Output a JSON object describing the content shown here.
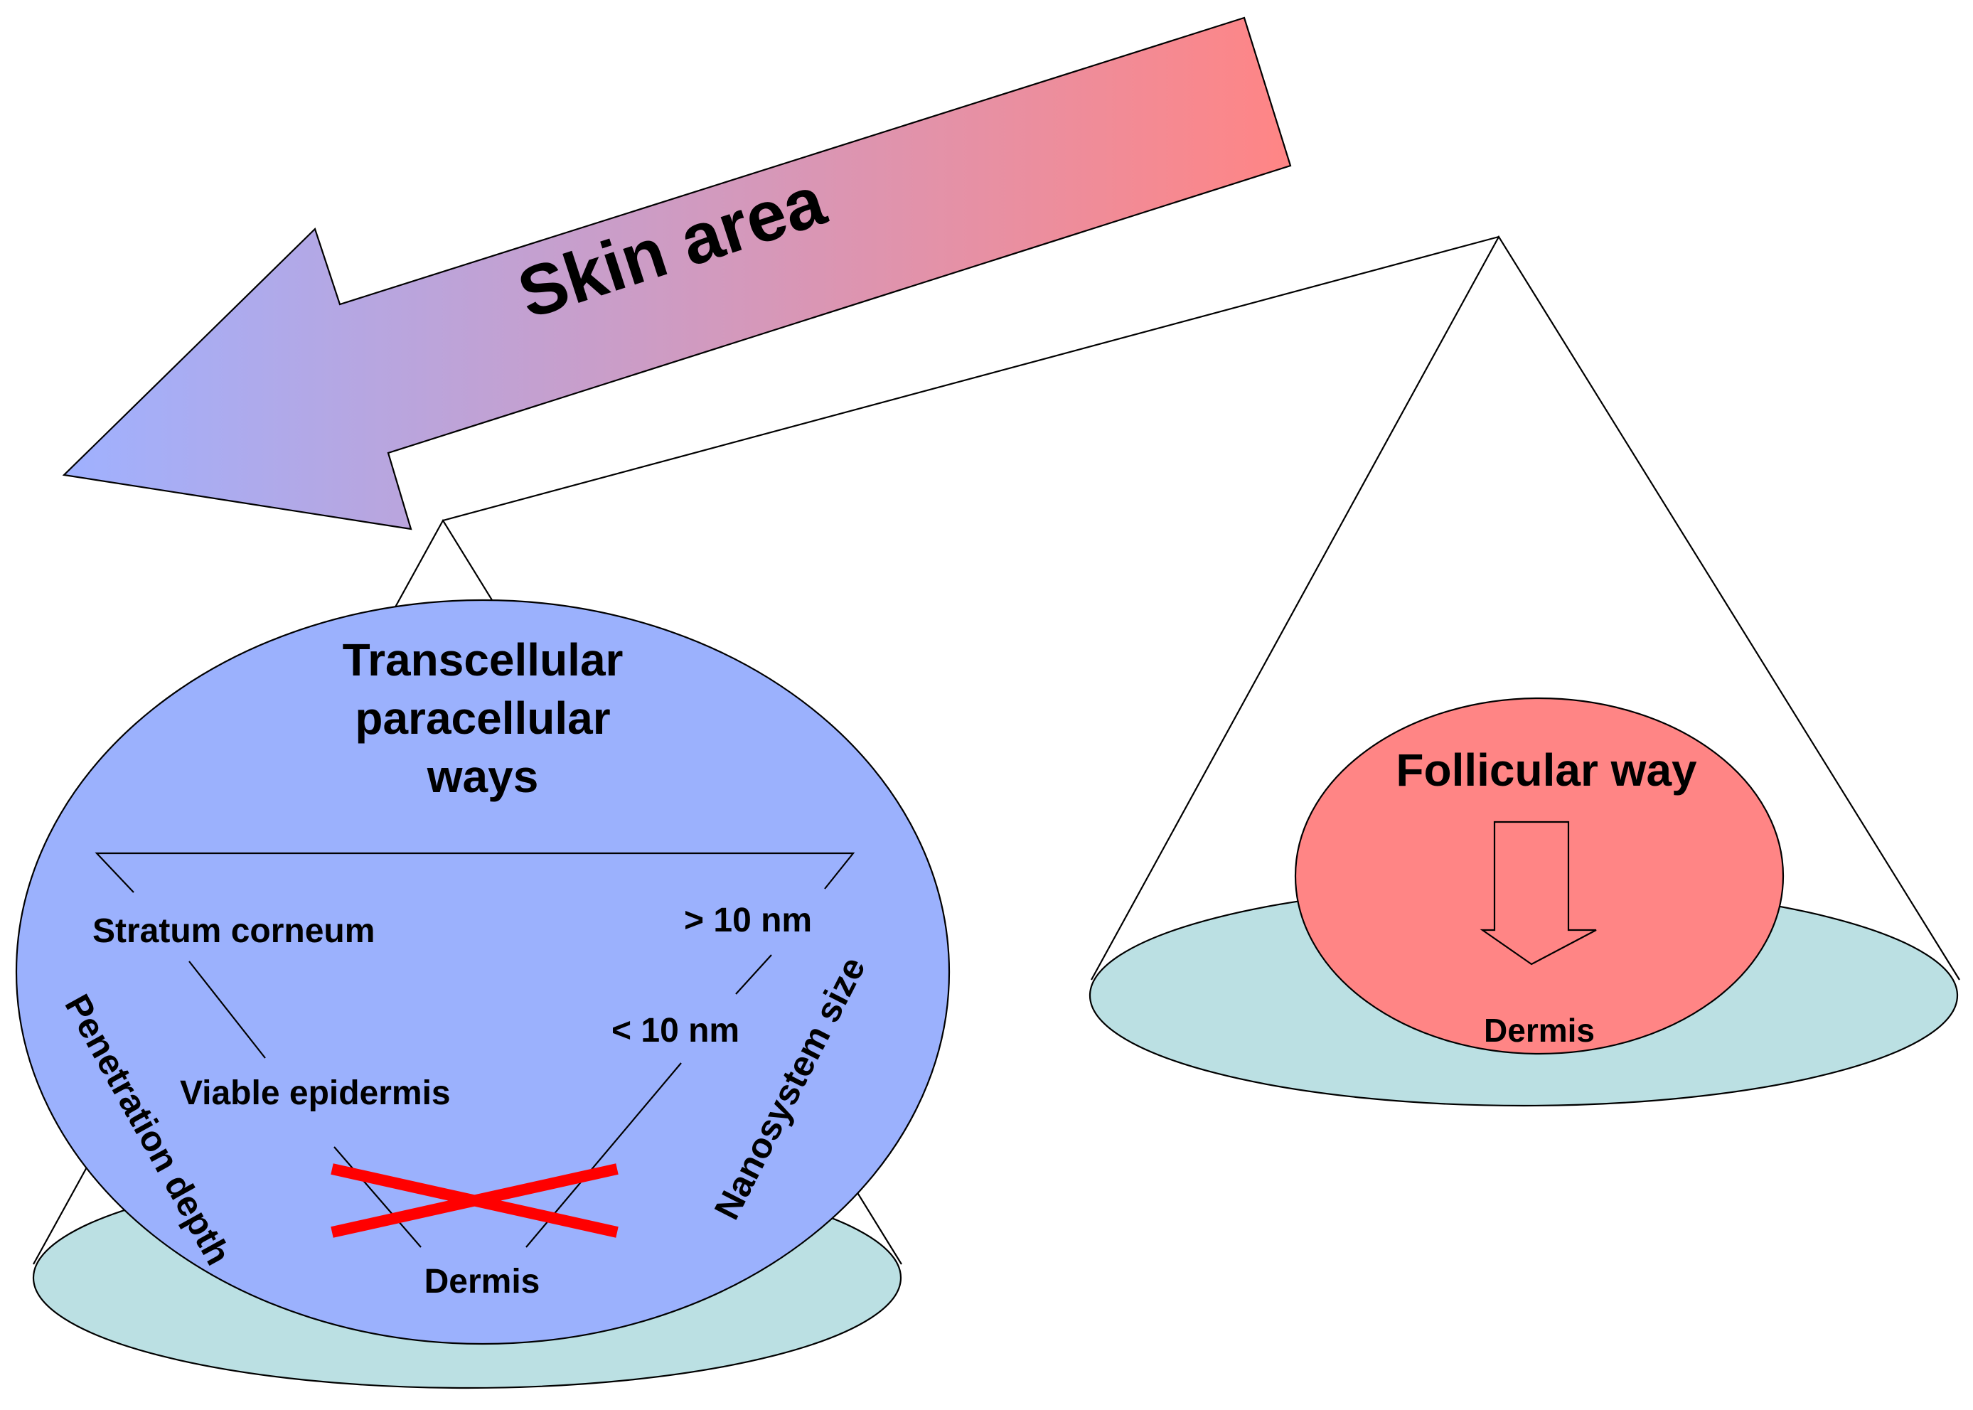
{
  "arrow": {
    "label": "Skin area",
    "gradient_start": "#9fb1ff",
    "gradient_end": "#ff8585"
  },
  "left_panel": {
    "title_lines": [
      "Transcellular",
      "paracellular",
      "ways"
    ],
    "layers": {
      "stratum_corneum": "Stratum corneum",
      "viable_epidermis": "Viable epidermis",
      "dermis": "Dermis"
    },
    "sizes": {
      "large": "> 10 nm",
      "small": "< 10 nm"
    },
    "axis_left": "Penetration depth",
    "axis_right": "Nanosystem size",
    "fill": "#9bb1fd",
    "cross_color": "#ff0000"
  },
  "right_panel": {
    "title": "Follicular way",
    "target": "Dermis",
    "fill": "#ff8585"
  },
  "base_fill": "#bbe0e3"
}
